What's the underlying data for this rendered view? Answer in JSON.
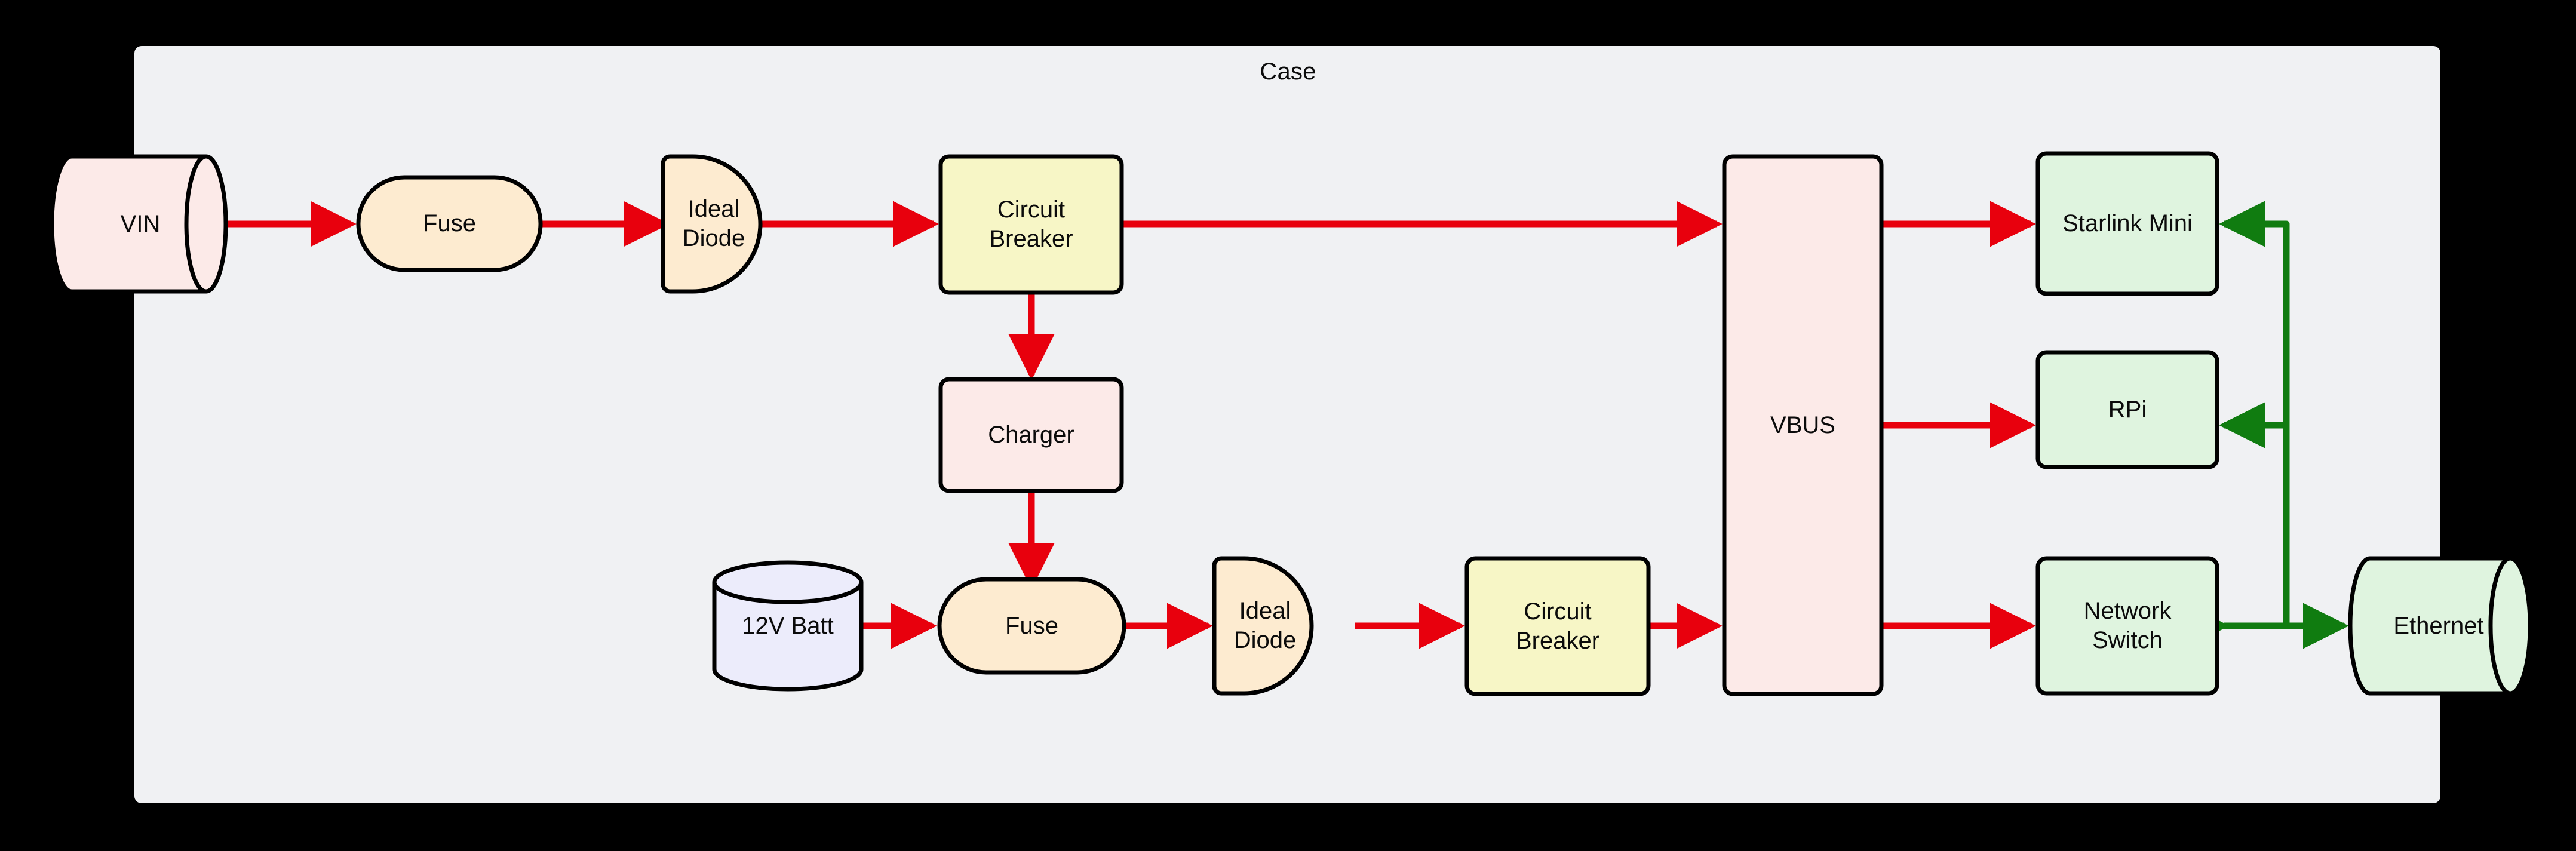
{
  "container": {
    "label": "Case"
  },
  "colors": {
    "case_bg": "#F0F1F3",
    "power_edge": "#E8000D",
    "data_edge": "#107C10",
    "pink_fill": "#FCEAE8",
    "cream_fill": "#FDEBD0",
    "yellow_fill": "#F7F6C6",
    "green_fill": "#DFF4DF",
    "lavender_fill": "#ECECFB",
    "stroke": "#000000"
  },
  "nodes": [
    {
      "id": "vin",
      "label": "VIN",
      "shape": "cylinder-horizontal",
      "fill": "#FCEAE8"
    },
    {
      "id": "fuse1",
      "label": "Fuse",
      "shape": "stadium",
      "fill": "#FDEBD0"
    },
    {
      "id": "diode1",
      "label": "Ideal\nDiode",
      "shape": "d-shape",
      "fill": "#FDEBD0"
    },
    {
      "id": "breaker1",
      "label": "Circuit\nBreaker",
      "shape": "rect",
      "fill": "#F7F6C6"
    },
    {
      "id": "charger",
      "label": "Charger",
      "shape": "rect",
      "fill": "#FCEAE8"
    },
    {
      "id": "batt",
      "label": "12V Batt",
      "shape": "cylinder-vertical",
      "fill": "#ECECFB"
    },
    {
      "id": "fuse2",
      "label": "Fuse",
      "shape": "stadium",
      "fill": "#FDEBD0"
    },
    {
      "id": "diode2",
      "label": "Ideal\nDiode",
      "shape": "d-shape",
      "fill": "#FDEBD0"
    },
    {
      "id": "breaker2",
      "label": "Circuit\nBreaker",
      "shape": "rect",
      "fill": "#F7F6C6"
    },
    {
      "id": "vbus",
      "label": "VBUS",
      "shape": "rect-tall",
      "fill": "#FCEAE8"
    },
    {
      "id": "starlink",
      "label": "Starlink Mini",
      "shape": "rect",
      "fill": "#DFF4DF"
    },
    {
      "id": "rpi",
      "label": "RPi",
      "shape": "rect",
      "fill": "#DFF4DF"
    },
    {
      "id": "switch",
      "label": "Network\nSwitch",
      "shape": "rect",
      "fill": "#DFF4DF"
    },
    {
      "id": "ethernet",
      "label": "Ethernet",
      "shape": "cylinder-horizontal",
      "fill": "#DFF4DF"
    }
  ],
  "edges": [
    {
      "from": "vin",
      "to": "fuse1",
      "type": "power",
      "direction": "one-way"
    },
    {
      "from": "fuse1",
      "to": "diode1",
      "type": "power",
      "direction": "one-way"
    },
    {
      "from": "diode1",
      "to": "breaker1",
      "type": "power",
      "direction": "one-way"
    },
    {
      "from": "breaker1",
      "to": "vbus",
      "type": "power",
      "direction": "one-way"
    },
    {
      "from": "breaker1",
      "to": "charger",
      "type": "power",
      "direction": "one-way"
    },
    {
      "from": "charger",
      "to": "fuse2",
      "type": "power",
      "direction": "one-way"
    },
    {
      "from": "batt",
      "to": "fuse2",
      "type": "power",
      "direction": "two-way"
    },
    {
      "from": "fuse2",
      "to": "diode2",
      "type": "power",
      "direction": "one-way"
    },
    {
      "from": "diode2",
      "to": "breaker2",
      "type": "power",
      "direction": "one-way"
    },
    {
      "from": "breaker2",
      "to": "vbus",
      "type": "power",
      "direction": "one-way"
    },
    {
      "from": "vbus",
      "to": "starlink",
      "type": "power",
      "direction": "one-way"
    },
    {
      "from": "vbus",
      "to": "rpi",
      "type": "power",
      "direction": "one-way"
    },
    {
      "from": "vbus",
      "to": "switch",
      "type": "power",
      "direction": "one-way"
    },
    {
      "from": "ethernet",
      "to": "switch",
      "type": "data",
      "direction": "two-way"
    },
    {
      "from": "switch",
      "to": "rpi",
      "type": "data",
      "direction": "one-way"
    },
    {
      "from": "switch",
      "to": "starlink",
      "type": "data",
      "direction": "one-way"
    }
  ]
}
